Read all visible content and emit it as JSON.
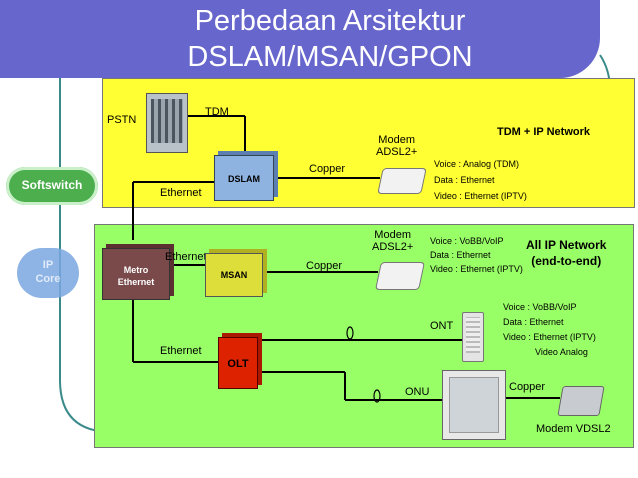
{
  "title": {
    "line1": "Perbedaan Arsitektur",
    "line2": "DSLAM/MSAN/GPON"
  },
  "yellow_section": {
    "heading": "TDM + IP Network",
    "pstn": "PSTN",
    "tdm": "TDM",
    "dslam": "DSLAM",
    "copper": "Copper",
    "ethernet": "Ethernet",
    "modem": "Modem\nADSL2+",
    "services": [
      "Voice : Analog (TDM)",
      "Data : Ethernet",
      "Video : Ethernet (IPTV)"
    ]
  },
  "green_section": {
    "heading": "All IP Network\n(end-to-end)",
    "metro": "Metro\nEthernet",
    "ethernet_msan": "Ethernet",
    "msan": "MSAN",
    "copper_msan": "Copper",
    "modem": "Modem\nADSL2+",
    "services_msan": [
      "Voice : VoBB/VoIP",
      "Data : Ethernet",
      "Video : Ethernet (IPTV)"
    ],
    "ethernet_olt": "Ethernet",
    "olt": "OLT",
    "ont": "ONT",
    "onu": "ONU",
    "services_ont": [
      "Voice : VoBB/VoIP",
      "Data : Ethernet",
      "Video : Ethernet (IPTV)",
      "Video Analog"
    ],
    "copper_onu": "Copper",
    "modem_vdsl": "Modem VDSL2"
  },
  "softswitch": "Softswitch",
  "ip_core": "IP\nCore",
  "colors": {
    "title_bg": "#6666cc",
    "yellow": "#ffff33",
    "green": "#99ff66",
    "dslam": "#8fb3e0",
    "msan": "#ddde3a",
    "olt": "#dd2200",
    "metro": "#7a4a4a"
  }
}
